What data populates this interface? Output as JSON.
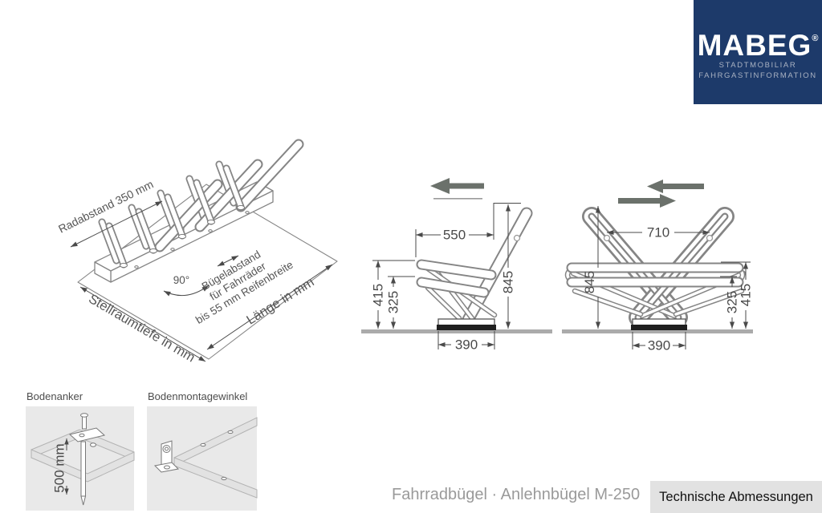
{
  "brand": {
    "name": "MABEG",
    "registered": "®",
    "subtitle_line1": "STADTMOBILIAR",
    "subtitle_line2": "FAHRGASTINFORMATION"
  },
  "isometric": {
    "labels": {
      "radabstand": "Radabstand 350 mm",
      "angle": "90°",
      "buegelabstand_line1": "Bügelabstand",
      "buegelabstand_line2": "für Fahrräder",
      "buegelabstand_line3": "bis 55 mm Reifenbreite",
      "stellraumtiefe": "Stellraumtiefe in mm",
      "laenge": "Länge in mm"
    }
  },
  "side_view": {
    "dims": {
      "width_top": "550",
      "height_total": "845",
      "height_outer": "415",
      "height_inner": "325",
      "base_width": "390"
    }
  },
  "front_view": {
    "dims": {
      "width_top": "710",
      "height_total": "845",
      "height_outer": "415",
      "height_inner": "325",
      "base_width": "390"
    }
  },
  "details": [
    {
      "title": "Bodenanker",
      "dim": "500 mm"
    },
    {
      "title": "Bodenmontagewinkel"
    }
  ],
  "footer": {
    "product_title": "Fahrradbügel · Anlehnbügel M-250",
    "tab_label": "Technische Abmessungen"
  },
  "colors": {
    "brand_navy": "#1d3a6a",
    "tube_line": "#858585",
    "dimension": "#4a4a4a",
    "direction_arrow": "#6b716b",
    "ground": "#ababab",
    "panel_bg": "#e9e9e9",
    "tab_bg": "#e2e2e2"
  }
}
